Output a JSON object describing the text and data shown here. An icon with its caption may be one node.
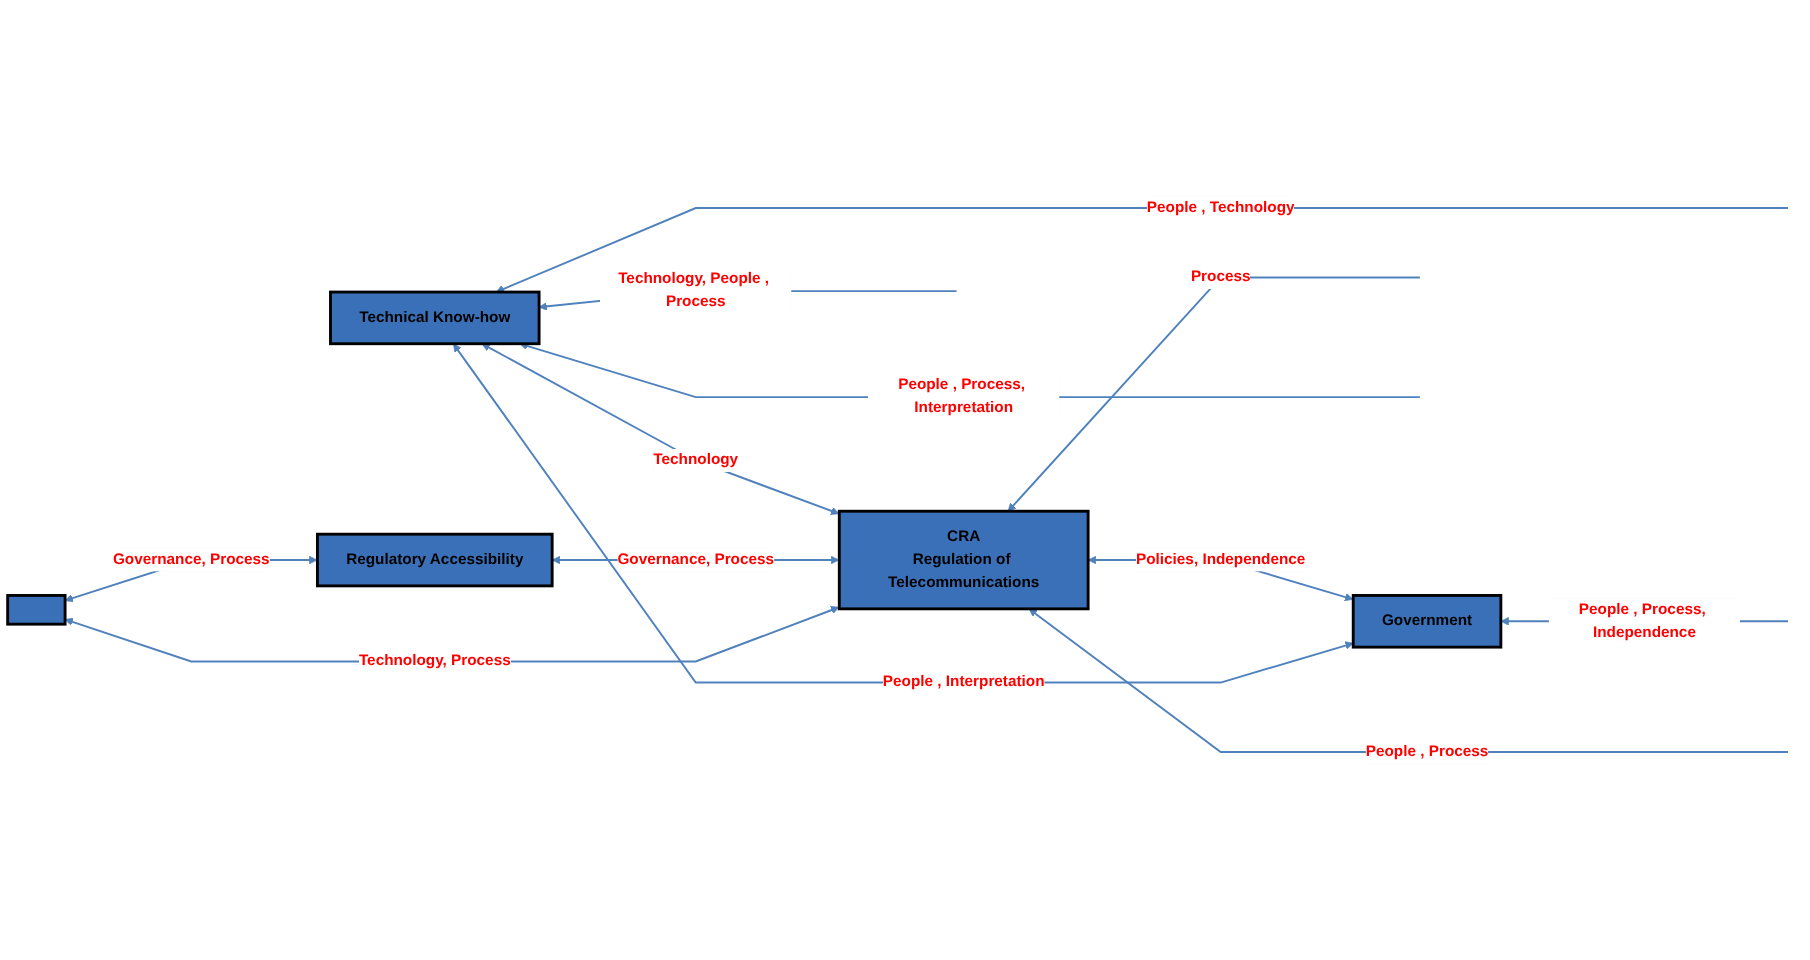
{
  "diagram": {
    "nodes": [
      {
        "text": [
          "Government"
        ]
      },
      {
        "text": [
          "CRA",
          "Regulation of Telecommunications"
        ]
      },
      {
        "text": [
          "Technical Know-how"
        ]
      },
      {
        "text": [
          "Regulatory Accessibility"
        ]
      },
      {
        "text": [],
        "shape": "box"
      }
    ],
    "edges": [
      {
        "from": null,
        "to": 2,
        "arrow": "to",
        "label": "Technology, People , Process"
      },
      {
        "from": 2,
        "to": 0,
        "arrow": "both",
        "label": "People , Interpretation"
      },
      {
        "from": null,
        "to": 0,
        "arrow": "to",
        "label": "People , Process, Independence"
      },
      {
        "from": 0,
        "to": 1,
        "arrow": "both",
        "label": "Policies, Independence"
      },
      {
        "from": 1,
        "to": 2,
        "arrow": "both",
        "label": "Technology"
      },
      {
        "from": null,
        "to": 1,
        "arrow": "to",
        "label": "Process"
      },
      {
        "from": null,
        "to": 1,
        "arrow": "to",
        "label": "People , Process"
      },
      {
        "from": 1,
        "to": 3,
        "arrow": "both",
        "label": "Governance, Process"
      },
      {
        "from": null,
        "to": 2,
        "arrow": "to",
        "label": "People , Process, Interpretation"
      },
      {
        "from": 1,
        "to": 4,
        "arrow": "both",
        "label": "Technology, Process"
      },
      {
        "from": 3,
        "to": 4,
        "arrow": "both",
        "label": "Governance, Process"
      },
      {
        "from": null,
        "to": 2,
        "arrow": "to",
        "label": "People , Technology"
      }
    ]
  }
}
